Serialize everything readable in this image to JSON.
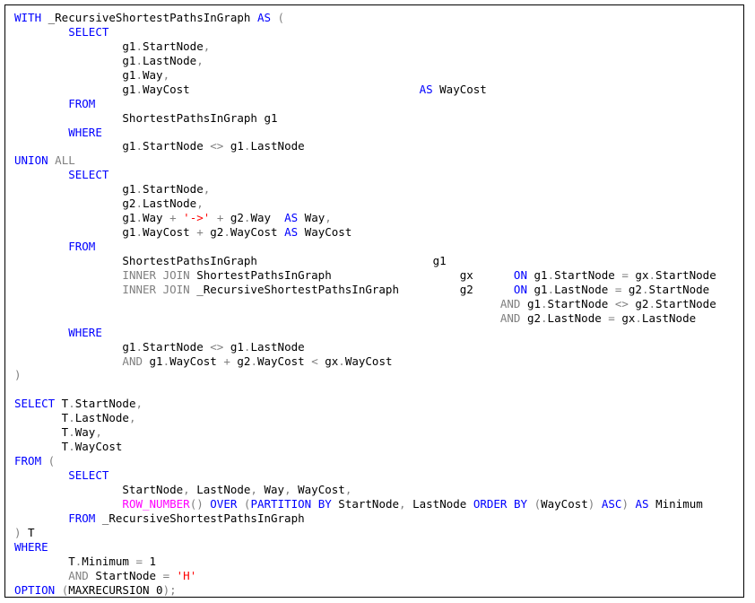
{
  "editor": {
    "name": "sql-code-editor",
    "colors": {
      "keyword": "#0000ff",
      "operator": "#808080",
      "string": "#ff0000",
      "function": "#ff00ff",
      "text": "#000000",
      "border": "#000000",
      "background": "#ffffff"
    },
    "lines": [
      [
        [
          "kw",
          "WITH"
        ],
        [
          "plain",
          " _RecursiveShortestPathsInGraph "
        ],
        [
          "kw",
          "AS"
        ],
        [
          "op",
          " ("
        ]
      ],
      [
        [
          "plain",
          "        "
        ],
        [
          "kw",
          "SELECT"
        ]
      ],
      [
        [
          "plain",
          "                g1"
        ],
        [
          "op",
          "."
        ],
        [
          "plain",
          "StartNode"
        ],
        [
          "op",
          ","
        ]
      ],
      [
        [
          "plain",
          "                g1"
        ],
        [
          "op",
          "."
        ],
        [
          "plain",
          "LastNode"
        ],
        [
          "op",
          ","
        ]
      ],
      [
        [
          "plain",
          "                g1"
        ],
        [
          "op",
          "."
        ],
        [
          "plain",
          "Way"
        ],
        [
          "op",
          ","
        ]
      ],
      [
        [
          "plain",
          "                g1"
        ],
        [
          "op",
          "."
        ],
        [
          "plain",
          "WayCost                                  "
        ],
        [
          "kw",
          "AS"
        ],
        [
          "plain",
          " WayCost"
        ]
      ],
      [
        [
          "plain",
          "        "
        ],
        [
          "kw",
          "FROM"
        ]
      ],
      [
        [
          "plain",
          "                ShortestPathsInGraph g1"
        ]
      ],
      [
        [
          "plain",
          "        "
        ],
        [
          "kw",
          "WHERE"
        ]
      ],
      [
        [
          "plain",
          "                g1"
        ],
        [
          "op",
          "."
        ],
        [
          "plain",
          "StartNode "
        ],
        [
          "op",
          "<>"
        ],
        [
          "plain",
          " g1"
        ],
        [
          "op",
          "."
        ],
        [
          "plain",
          "LastNode"
        ]
      ],
      [
        [
          "kw",
          "UNION"
        ],
        [
          "plain",
          " "
        ],
        [
          "op",
          "ALL"
        ]
      ],
      [
        [
          "plain",
          "        "
        ],
        [
          "kw",
          "SELECT"
        ]
      ],
      [
        [
          "plain",
          "                g1"
        ],
        [
          "op",
          "."
        ],
        [
          "plain",
          "StartNode"
        ],
        [
          "op",
          ","
        ]
      ],
      [
        [
          "plain",
          "                g2"
        ],
        [
          "op",
          "."
        ],
        [
          "plain",
          "LastNode"
        ],
        [
          "op",
          ","
        ]
      ],
      [
        [
          "plain",
          "                g1"
        ],
        [
          "op",
          "."
        ],
        [
          "plain",
          "Way "
        ],
        [
          "op",
          "+"
        ],
        [
          "plain",
          " "
        ],
        [
          "str",
          "'->'"
        ],
        [
          "plain",
          " "
        ],
        [
          "op",
          "+"
        ],
        [
          "plain",
          " g2"
        ],
        [
          "op",
          "."
        ],
        [
          "plain",
          "Way  "
        ],
        [
          "kw",
          "AS"
        ],
        [
          "plain",
          " Way"
        ],
        [
          "op",
          ","
        ]
      ],
      [
        [
          "plain",
          "                g1"
        ],
        [
          "op",
          "."
        ],
        [
          "plain",
          "WayCost "
        ],
        [
          "op",
          "+"
        ],
        [
          "plain",
          " g2"
        ],
        [
          "op",
          "."
        ],
        [
          "plain",
          "WayCost "
        ],
        [
          "kw",
          "AS"
        ],
        [
          "plain",
          " WayCost"
        ]
      ],
      [
        [
          "plain",
          "        "
        ],
        [
          "kw",
          "FROM"
        ]
      ],
      [
        [
          "plain",
          "                ShortestPathsInGraph                          g1"
        ]
      ],
      [
        [
          "plain",
          "                "
        ],
        [
          "op",
          "INNER JOIN"
        ],
        [
          "plain",
          " ShortestPathsInGraph                   gx      "
        ],
        [
          "kw",
          "ON"
        ],
        [
          "plain",
          " g1"
        ],
        [
          "op",
          "."
        ],
        [
          "plain",
          "StartNode "
        ],
        [
          "op",
          "="
        ],
        [
          "plain",
          " gx"
        ],
        [
          "op",
          "."
        ],
        [
          "plain",
          "StartNode"
        ]
      ],
      [
        [
          "plain",
          "                "
        ],
        [
          "op",
          "INNER JOIN"
        ],
        [
          "plain",
          " _RecursiveShortestPathsInGraph         g2      "
        ],
        [
          "kw",
          "ON"
        ],
        [
          "plain",
          " g1"
        ],
        [
          "op",
          "."
        ],
        [
          "plain",
          "LastNode "
        ],
        [
          "op",
          "="
        ],
        [
          "plain",
          " g2"
        ],
        [
          "op",
          "."
        ],
        [
          "plain",
          "StartNode"
        ]
      ],
      [
        [
          "plain",
          "                                                                        "
        ],
        [
          "op",
          "AND"
        ],
        [
          "plain",
          " g1"
        ],
        [
          "op",
          "."
        ],
        [
          "plain",
          "StartNode "
        ],
        [
          "op",
          "<>"
        ],
        [
          "plain",
          " g2"
        ],
        [
          "op",
          "."
        ],
        [
          "plain",
          "StartNode"
        ]
      ],
      [
        [
          "plain",
          "                                                                        "
        ],
        [
          "op",
          "AND"
        ],
        [
          "plain",
          " g2"
        ],
        [
          "op",
          "."
        ],
        [
          "plain",
          "LastNode "
        ],
        [
          "op",
          "="
        ],
        [
          "plain",
          " gx"
        ],
        [
          "op",
          "."
        ],
        [
          "plain",
          "LastNode"
        ]
      ],
      [
        [
          "plain",
          "        "
        ],
        [
          "kw",
          "WHERE"
        ]
      ],
      [
        [
          "plain",
          "                g1"
        ],
        [
          "op",
          "."
        ],
        [
          "plain",
          "StartNode "
        ],
        [
          "op",
          "<>"
        ],
        [
          "plain",
          " g1"
        ],
        [
          "op",
          "."
        ],
        [
          "plain",
          "LastNode"
        ]
      ],
      [
        [
          "plain",
          "                "
        ],
        [
          "op",
          "AND"
        ],
        [
          "plain",
          " g1"
        ],
        [
          "op",
          "."
        ],
        [
          "plain",
          "WayCost "
        ],
        [
          "op",
          "+"
        ],
        [
          "plain",
          " g2"
        ],
        [
          "op",
          "."
        ],
        [
          "plain",
          "WayCost "
        ],
        [
          "op",
          "<"
        ],
        [
          "plain",
          " gx"
        ],
        [
          "op",
          "."
        ],
        [
          "plain",
          "WayCost"
        ]
      ],
      [
        [
          "op",
          ")"
        ]
      ],
      [
        [
          "plain",
          ""
        ]
      ],
      [
        [
          "kw",
          "SELECT"
        ],
        [
          "plain",
          " T"
        ],
        [
          "op",
          "."
        ],
        [
          "plain",
          "StartNode"
        ],
        [
          "op",
          ","
        ]
      ],
      [
        [
          "plain",
          "       T"
        ],
        [
          "op",
          "."
        ],
        [
          "plain",
          "LastNode"
        ],
        [
          "op",
          ","
        ]
      ],
      [
        [
          "plain",
          "       T"
        ],
        [
          "op",
          "."
        ],
        [
          "plain",
          "Way"
        ],
        [
          "op",
          ","
        ]
      ],
      [
        [
          "plain",
          "       T"
        ],
        [
          "op",
          "."
        ],
        [
          "plain",
          "WayCost"
        ]
      ],
      [
        [
          "kw",
          "FROM"
        ],
        [
          "op",
          " ("
        ]
      ],
      [
        [
          "plain",
          "        "
        ],
        [
          "kw",
          "SELECT"
        ]
      ],
      [
        [
          "plain",
          "                StartNode"
        ],
        [
          "op",
          ","
        ],
        [
          "plain",
          " LastNode"
        ],
        [
          "op",
          ","
        ],
        [
          "plain",
          " Way"
        ],
        [
          "op",
          ","
        ],
        [
          "plain",
          " WayCost"
        ],
        [
          "op",
          ","
        ]
      ],
      [
        [
          "plain",
          "                "
        ],
        [
          "fn",
          "ROW_NUMBER"
        ],
        [
          "op",
          "()"
        ],
        [
          "plain",
          " "
        ],
        [
          "kw",
          "OVER"
        ],
        [
          "plain",
          " "
        ],
        [
          "op",
          "("
        ],
        [
          "kw",
          "PARTITION BY"
        ],
        [
          "plain",
          " StartNode"
        ],
        [
          "op",
          ","
        ],
        [
          "plain",
          " LastNode "
        ],
        [
          "kw",
          "ORDER BY"
        ],
        [
          "plain",
          " "
        ],
        [
          "op",
          "("
        ],
        [
          "plain",
          "WayCost"
        ],
        [
          "op",
          ")"
        ],
        [
          "plain",
          " "
        ],
        [
          "kw",
          "ASC"
        ],
        [
          "op",
          ")"
        ],
        [
          "plain",
          " "
        ],
        [
          "kw",
          "AS"
        ],
        [
          "plain",
          " Minimum"
        ]
      ],
      [
        [
          "plain",
          "        "
        ],
        [
          "kw",
          "FROM"
        ],
        [
          "plain",
          " _RecursiveShortestPathsInGraph"
        ]
      ],
      [
        [
          "op",
          ")"
        ],
        [
          "plain",
          " T"
        ]
      ],
      [
        [
          "kw",
          "WHERE"
        ]
      ],
      [
        [
          "plain",
          "        T"
        ],
        [
          "op",
          "."
        ],
        [
          "plain",
          "Minimum "
        ],
        [
          "op",
          "="
        ],
        [
          "plain",
          " 1"
        ]
      ],
      [
        [
          "plain",
          "        "
        ],
        [
          "op",
          "AND"
        ],
        [
          "plain",
          " StartNode "
        ],
        [
          "op",
          "="
        ],
        [
          "plain",
          " "
        ],
        [
          "str",
          "'H'"
        ]
      ],
      [
        [
          "kw",
          "OPTION"
        ],
        [
          "plain",
          " "
        ],
        [
          "op",
          "("
        ],
        [
          "plain",
          "MAXRECURSION 0"
        ],
        [
          "op",
          ");"
        ]
      ]
    ]
  }
}
